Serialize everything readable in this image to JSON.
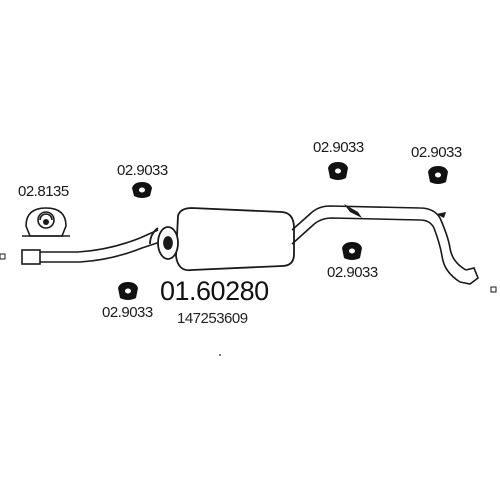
{
  "main_part": {
    "code": "01.60280",
    "reference": "147253609"
  },
  "parts": {
    "clamp_front": "02.8135",
    "hanger_top_left": "02.9033",
    "hanger_bottom_left": "02.9033",
    "hanger_top_middle": "02.9033",
    "hanger_top_right": "02.9033",
    "hanger_middle_right": "02.9033"
  },
  "colors": {
    "line": "#1a1a1a",
    "part_fill": "#111111",
    "background": "#ffffff"
  }
}
